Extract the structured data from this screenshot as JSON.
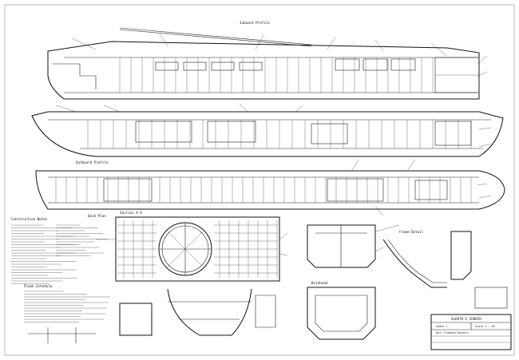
{
  "title_block": {
    "name": "ALEKTO'S CHURCH",
    "sheet": "Sheet 1",
    "scale": "Scale 1 : 20",
    "ref": "Hull Framing Details"
  },
  "views": {
    "profile_top": "Inboard Profile",
    "profile_mid": "Outboard Profile",
    "plan": "Deck Plan",
    "section": "Section A-A",
    "detail": "Frame Detail",
    "bulkhead": "Bulkhead",
    "notes_heading": "Construction Notes",
    "notes2_heading": "Plank Schedule"
  },
  "colors": {
    "ink": "#222222",
    "paper": "#ffffff"
  }
}
